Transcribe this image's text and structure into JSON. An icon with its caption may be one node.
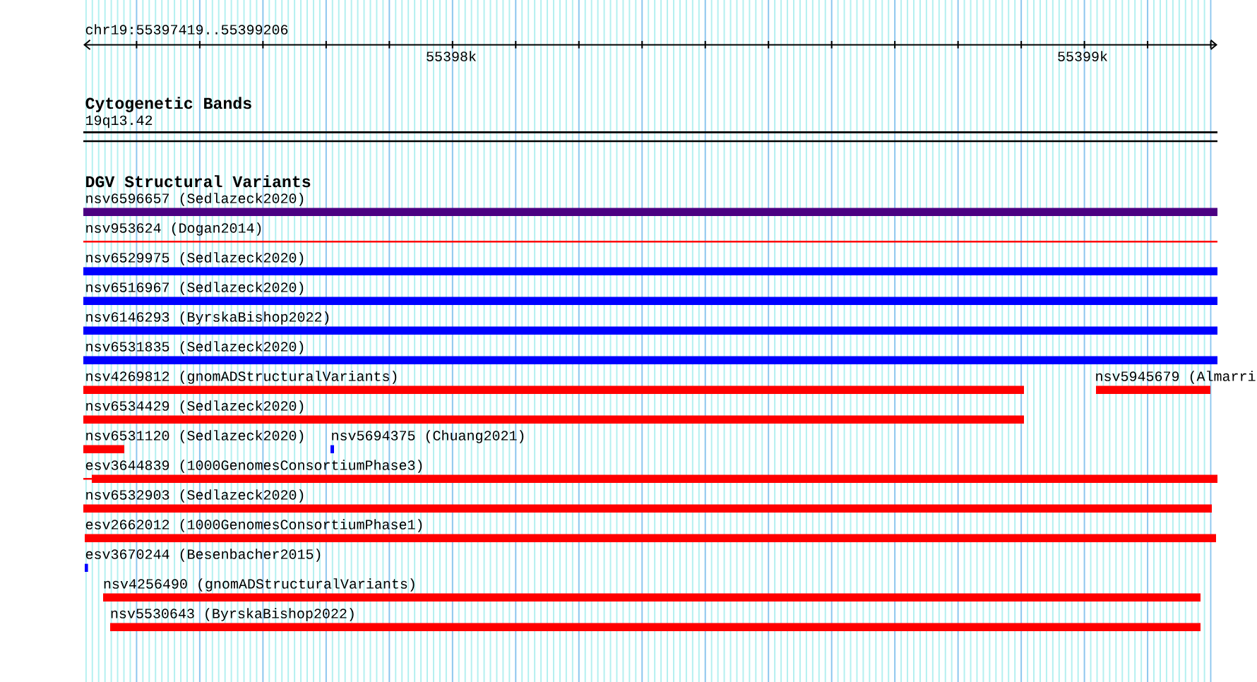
{
  "diagram": {
    "nodes": [
      {
        "text": [
          "19q13.42"
        ]
      },
      {
        "text": [
          "nsv6596657 (Sedlazeck2020)"
        ]
      },
      {
        "text": [
          "nsv953624 (Dogan2014)"
        ]
      },
      {
        "text": [
          "nsv6529975 (Sedlazeck2020)"
        ]
      },
      {
        "text": [
          "nsv6516967 (Sedlazeck2020)"
        ]
      },
      {
        "text": [
          "nsv6146293 (ByrskaBishop2022)"
        ]
      },
      {
        "text": [
          "nsv6531835 (Sedlazeck2020)"
        ]
      },
      {
        "text": [
          "nsv4269812 (gnomADStructuralVariants)"
        ]
      },
      {
        "text": [
          "nsv5945679 (Almarri"
        ]
      },
      {
        "text": [
          "nsv6534429 (Sedlazeck2020)"
        ]
      },
      {
        "text": [
          "nsv6531120 (Sedlazeck2020)"
        ]
      },
      {
        "text": [
          "nsv5694375 (Chuang2021)"
        ]
      },
      {
        "text": [
          "esv3644839 (1000GenomesConsortiumPhase3)"
        ]
      },
      {
        "text": [
          "nsv6532903 (Sedlazeck2020)"
        ]
      },
      {
        "text": [
          "esv2662012 (1000GenomesConsortiumPhase1)"
        ]
      },
      {
        "text": [
          "esv3670244 (Besenbacher2015)"
        ]
      },
      {
        "text": [
          "nsv4256490 (gnomADStructuralVariants)"
        ]
      },
      {
        "text": [
          "nsv5530643 (ByrskaBishop2022)"
        ]
      }
    ],
    "labels": [
      "chr19:55397419..55399206",
      "55398k",
      "55399k",
      "Cytogenetic Bands",
      "DGV Structural Variants"
    ]
  }
}
